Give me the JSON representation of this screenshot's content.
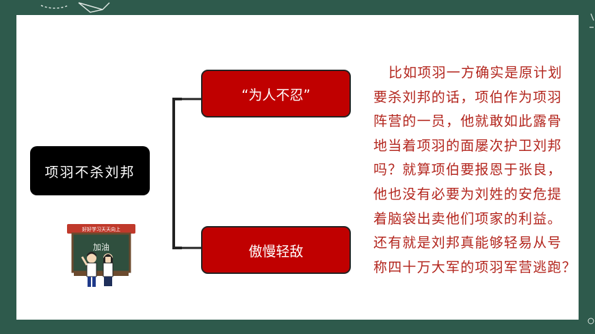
{
  "diagram": {
    "root": "项羽不杀刘邦",
    "branches": [
      "“为人不忍”",
      "傲慢轻敌"
    ]
  },
  "paragraph": {
    "lines": [
      "比如项羽一方确实是原计划",
      "要杀刘邦的话，项伯作为项羽",
      "阵营的一员，他就敢如此露骨",
      "地当着项羽的面屡次护卫刘邦",
      "吗？就算项伯要报恩于张良，",
      "他也没有必要为刘姓的安危提",
      "着脑袋出卖他们项家的利益。",
      "还有就是刘邦真能够轻易从号",
      "称四十万大军的项羽军营逃跑？"
    ]
  },
  "illustration": {
    "banner": "好好学习天天向上",
    "board_text": "加油"
  },
  "colors": {
    "background": "#2e5a4c",
    "slide": "#ffffff",
    "root_box": "#000000",
    "branch_box": "#c00000",
    "paragraph_text": "#b3261e"
  }
}
